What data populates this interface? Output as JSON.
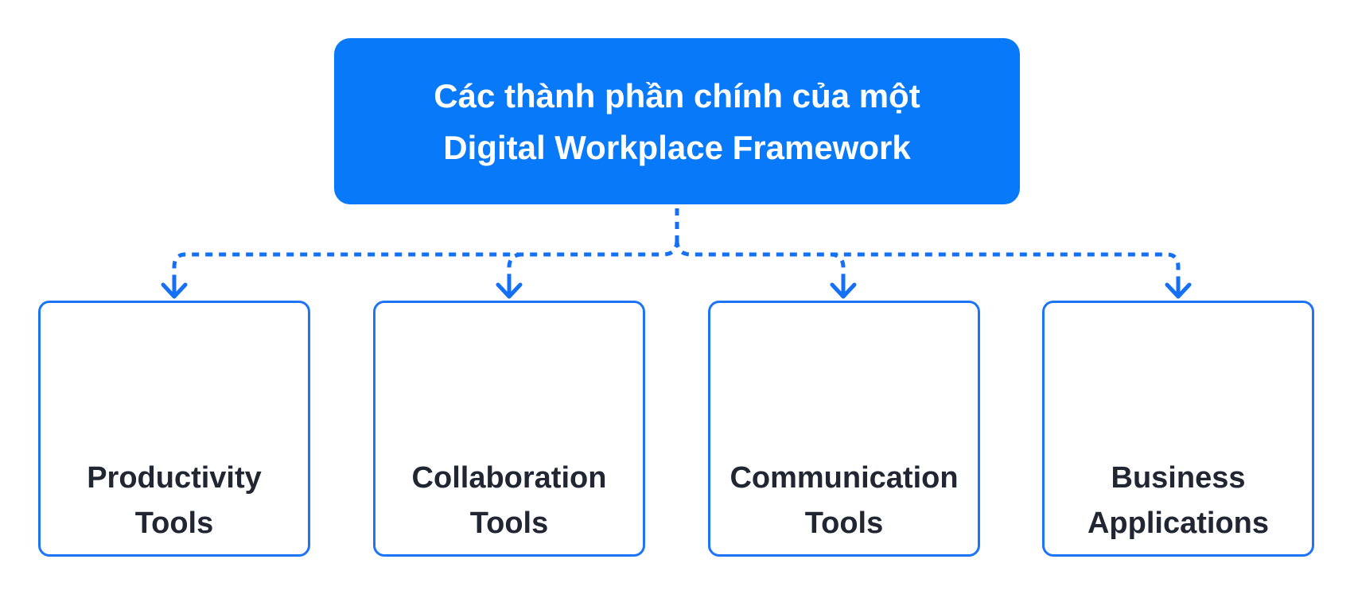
{
  "colors": {
    "header-bg": "#0779f9",
    "header-text": "#ffffff",
    "line": "#1470f4",
    "node-border": "#1d74f7",
    "node-text": "#212633",
    "canvas-bg": "#ffffff"
  },
  "diagram": {
    "header": {
      "lines": [
        "Các thành phần chính của một",
        "Digital Workplace Framework"
      ]
    },
    "nodes": [
      {
        "id": "productivity-tools",
        "lines": [
          "Productivity",
          "Tools"
        ]
      },
      {
        "id": "collaboration-tools",
        "lines": [
          "Collaboration",
          "Tools"
        ]
      },
      {
        "id": "communication-tools",
        "lines": [
          "Communication",
          "Tools"
        ]
      },
      {
        "id": "business-applications",
        "lines": [
          "Business",
          "Applications"
        ]
      }
    ]
  }
}
